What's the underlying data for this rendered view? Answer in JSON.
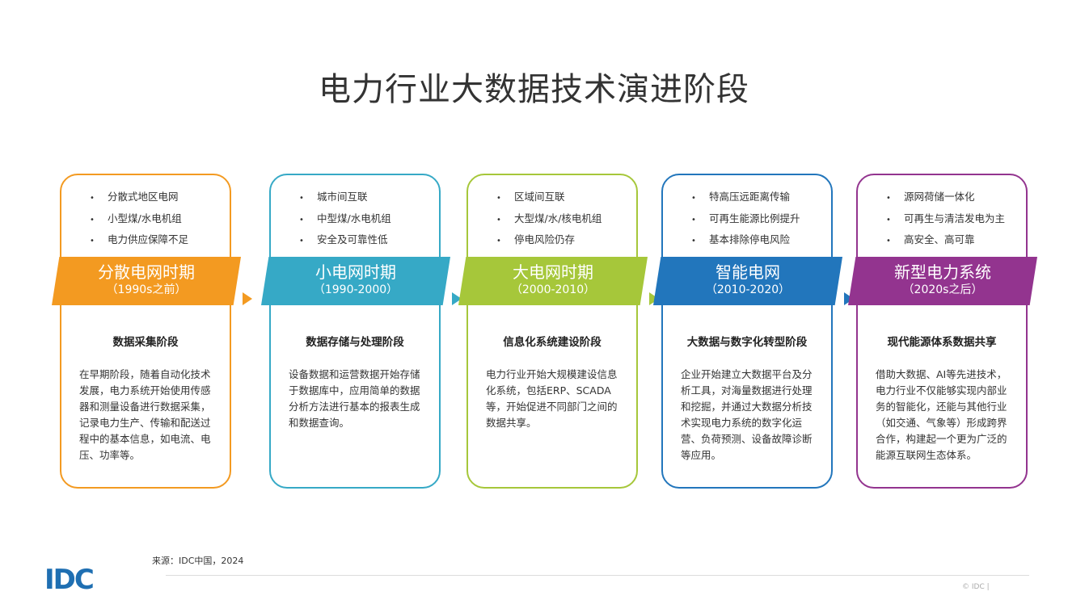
{
  "title": "电力行业大数据技术演进阶段",
  "stages": [
    {
      "name": "分散电网时期",
      "years": "（1990s之前）",
      "color": "#F39A21",
      "bullets": [
        "分散式地区电网",
        "小型煤/水电机组",
        "电力供应保障不足"
      ],
      "stage": "数据采集阶段",
      "desc": "在早期阶段，随着自动化技术发展，电力系统开始使用传感器和测量设备进行数据采集，记录电力生产、传输和配送过程中的基本信息，如电流、电压、功率等。"
    },
    {
      "name": "小电网时期",
      "years": "（1990-2000）",
      "color": "#36A9C6",
      "bullets": [
        "城市间互联",
        "中型煤/水电机组",
        "安全及可靠性低"
      ],
      "stage": "数据存储与处理阶段",
      "desc": "设备数据和运营数据开始存储于数据库中，应用简单的数据分析方法进行基本的报表生成和数据查询。"
    },
    {
      "name": "大电网时期",
      "years": "（2000-2010）",
      "color": "#A6C73A",
      "bullets": [
        "区域间互联",
        "大型煤/水/核电机组",
        "停电风险仍存"
      ],
      "stage": "信息化系统建设阶段",
      "desc": "电力行业开始大规模建设信息化系统，包括ERP、SCADA等，开始促进不同部门之间的数据共享。"
    },
    {
      "name": "智能电网",
      "years": "（2010-2020）",
      "color": "#2276BC",
      "bullets": [
        "特高压远距离传输",
        "可再生能源比例提升",
        "基本排除停电风险"
      ],
      "stage": "大数据与数字化转型阶段",
      "desc": "企业开始建立大数据平台及分析工具，对海量数据进行处理和挖掘，并通过大数据分析技术实现电力系统的数字化运营、负荷预测、设备故障诊断等应用。"
    },
    {
      "name": "新型电力系统",
      "years": "（2020s之后）",
      "color": "#93348F",
      "bullets": [
        "源网荷储一体化",
        "可再生与清洁发电为主",
        "高安全、高可靠"
      ],
      "stage": "现代能源体系数据共享",
      "desc": "借助大数据、AI等先进技术，电力行业不仅能够实现内部业务的智能化，还能与其他行业（如交通、气象等）形成跨界合作，构建起一个更为广泛的能源互联网生态体系。"
    }
  ],
  "footer": {
    "source": "来源：IDC中国，2024",
    "logo": "IDC",
    "copyright": "© IDC |"
  }
}
